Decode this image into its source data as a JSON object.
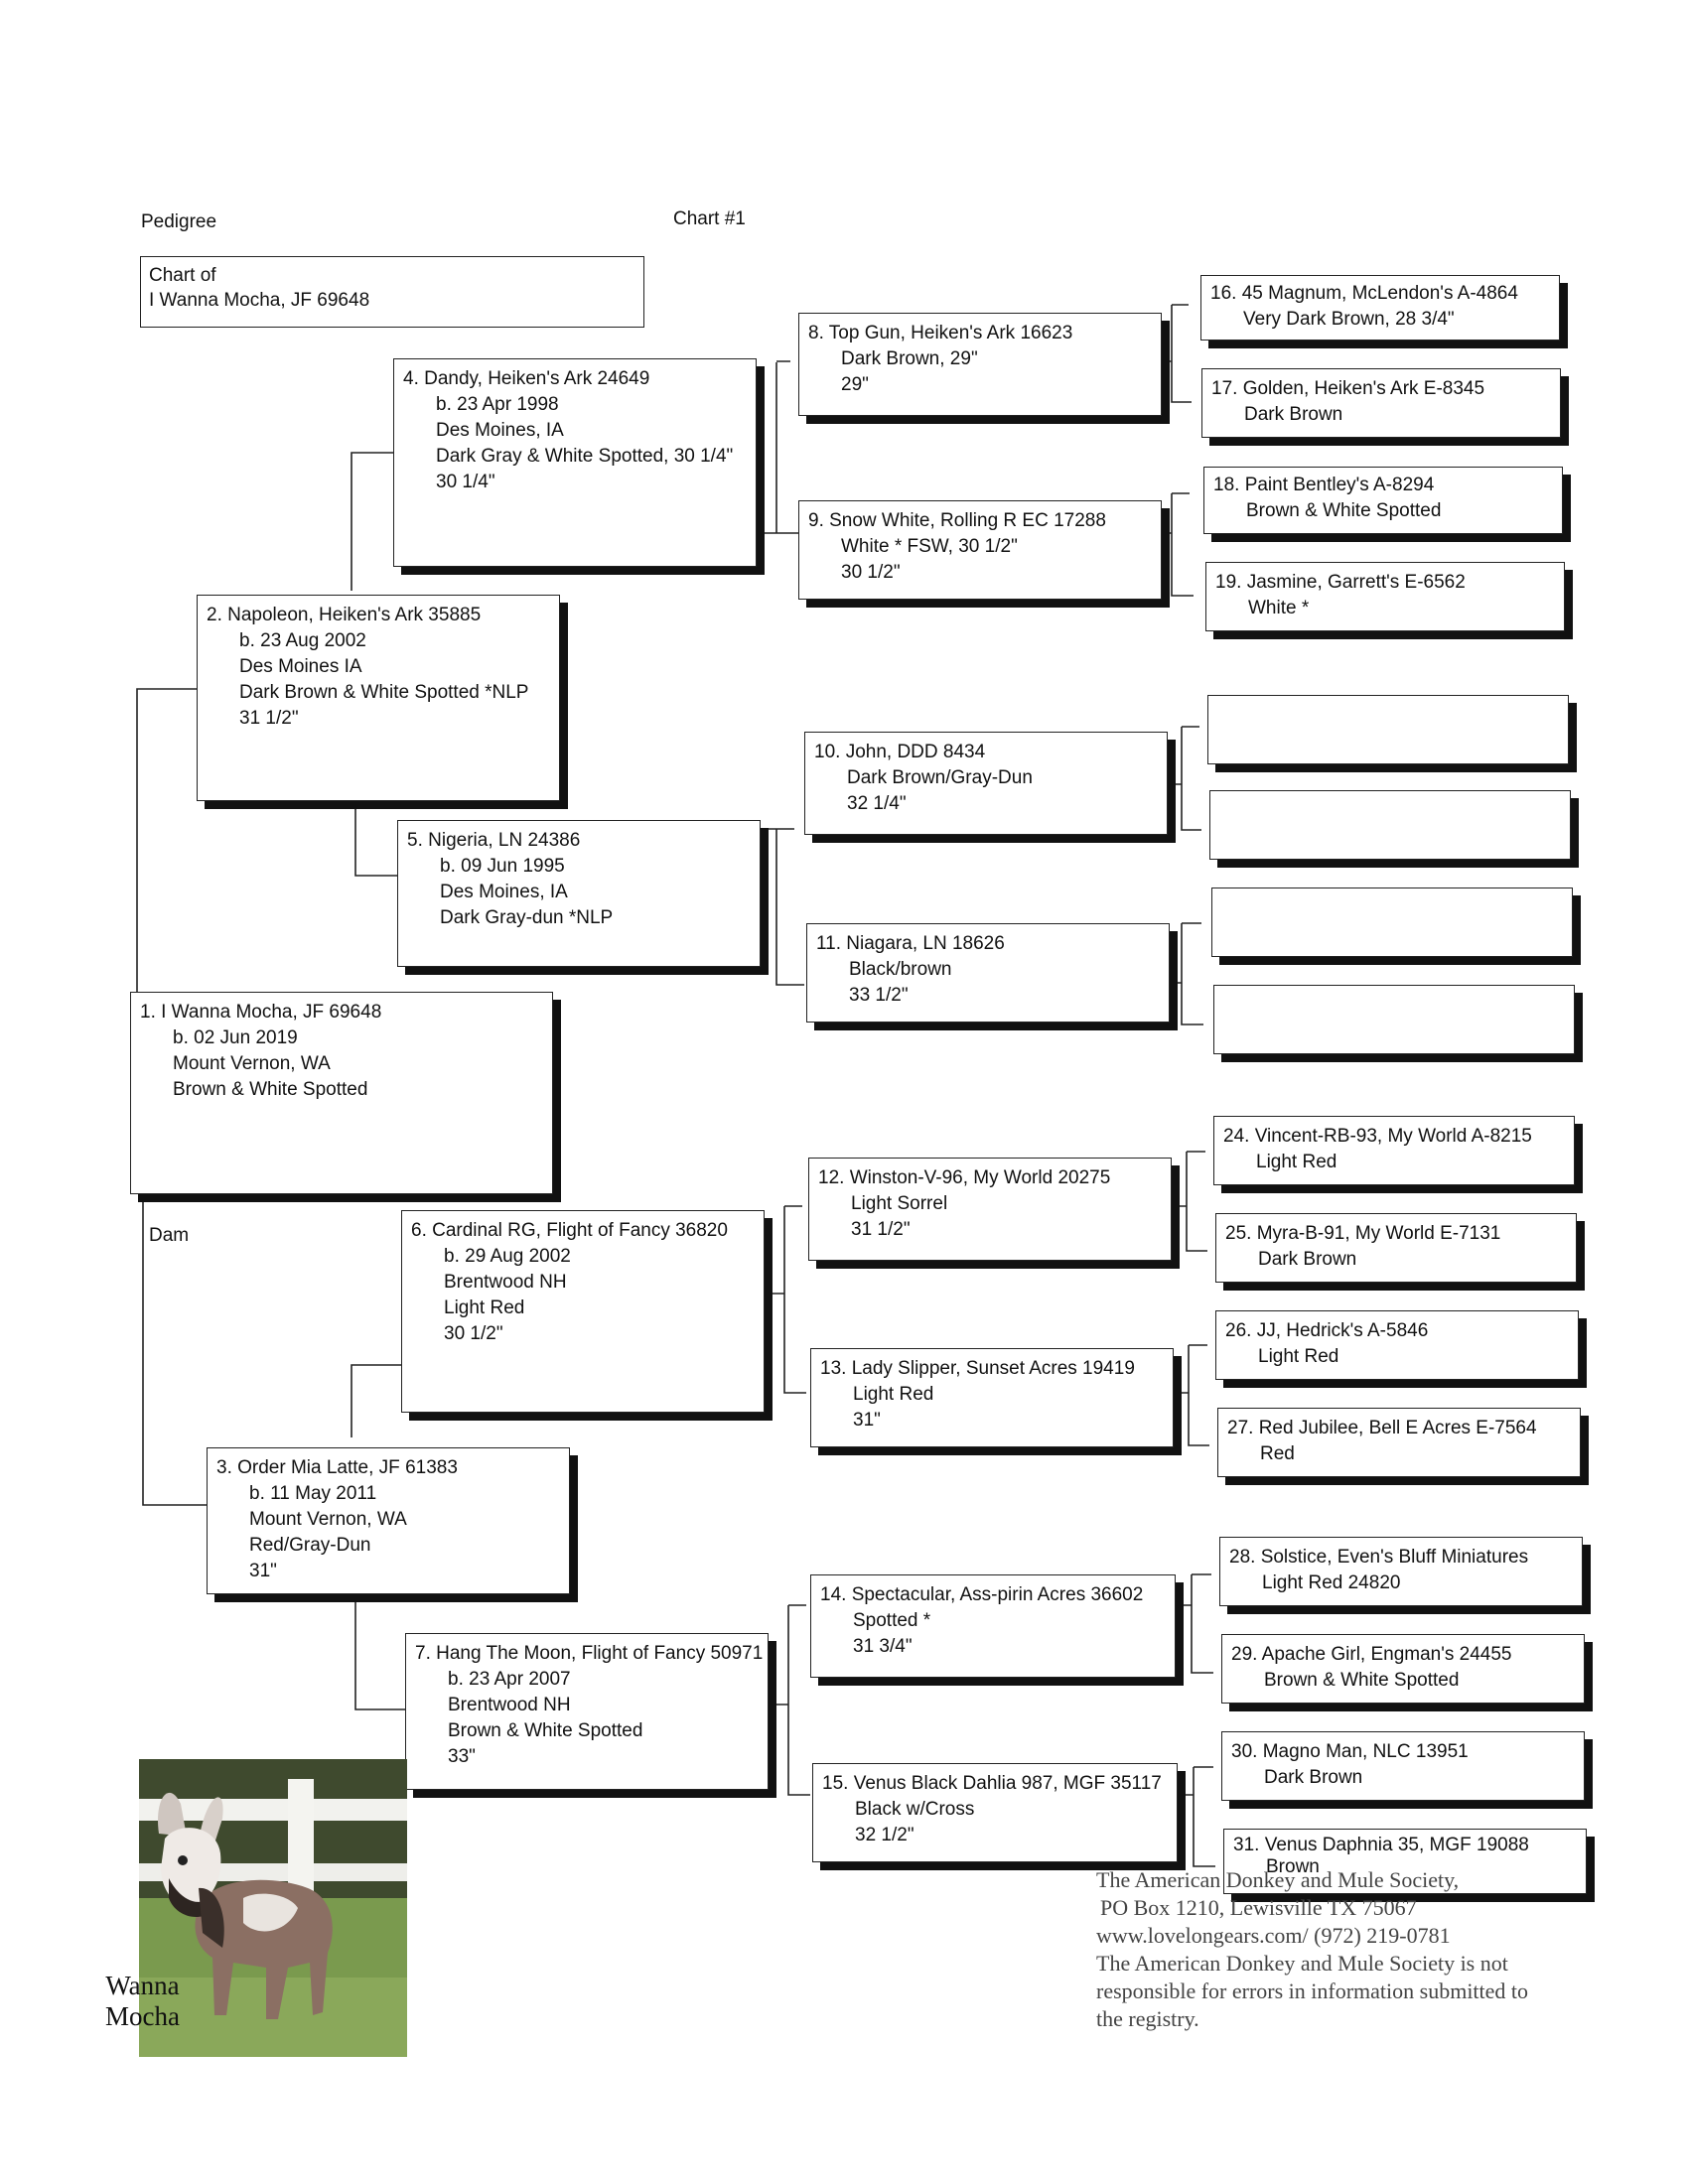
{
  "header": {
    "title": "Pedigree",
    "chart_no": "Chart #1"
  },
  "chart_of": {
    "label": "Chart of",
    "name": "I Wanna Mocha, JF 69648"
  },
  "animals": {
    "a1": {
      "line1": "1. I Wanna Mocha, JF 69648",
      "details": [
        "b. 02 Jun 2019",
        "Mount Vernon, WA",
        "Brown & White Spotted"
      ]
    },
    "a2": {
      "line1": "2. Napoleon, Heiken's Ark 35885",
      "details": [
        "b. 23 Aug 2002",
        "Des Moines IA",
        "Dark Brown & White Spotted *NLP",
        "31 1/2\""
      ]
    },
    "a3": {
      "line1": "3. Order Mia Latte, JF 61383",
      "details": [
        "b. 11 May 2011",
        "Mount Vernon, WA",
        "Red/Gray-Dun",
        "31\""
      ]
    },
    "a4": {
      "line1": "4. Dandy, Heiken's Ark 24649",
      "details": [
        "b. 23 Apr 1998",
        "Des Moines, IA",
        "Dark Gray & White Spotted, 30 1/4\"",
        "30 1/4\""
      ]
    },
    "a5": {
      "line1": "5. Nigeria, LN 24386",
      "details": [
        "b. 09 Jun 1995",
        "Des Moines, IA",
        "Dark Gray-dun *NLP"
      ]
    },
    "a6": {
      "line1": "6. Cardinal RG, Flight of Fancy 36820",
      "details": [
        "b. 29 Aug 2002",
        "Brentwood NH",
        "Light Red",
        "30 1/2\""
      ]
    },
    "a7": {
      "line1": "7. Hang The Moon, Flight of Fancy 50971",
      "details": [
        "b. 23 Apr 2007",
        "Brentwood NH",
        "Brown & White Spotted",
        "33\""
      ]
    },
    "a8": {
      "line1": "8. Top Gun, Heiken's Ark 16623",
      "details": [
        "Dark Brown, 29\"",
        "29\""
      ]
    },
    "a9": {
      "line1": "9. Snow White, Rolling R EC 17288",
      "details": [
        "White * FSW, 30 1/2\"",
        "30 1/2\""
      ]
    },
    "a10": {
      "line1": "10. John, DDD 8434",
      "details": [
        "Dark Brown/Gray-Dun",
        "32 1/4\""
      ]
    },
    "a11": {
      "line1": "11. Niagara, LN 18626",
      "details": [
        "Black/brown",
        "33 1/2\""
      ]
    },
    "a12": {
      "line1": "12. Winston-V-96, My World 20275",
      "details": [
        "Light Sorrel",
        "31 1/2\""
      ]
    },
    "a13": {
      "line1": "13. Lady Slipper, Sunset Acres 19419",
      "details": [
        "Light Red",
        "31\""
      ]
    },
    "a14": {
      "line1": "14. Spectacular, Ass-pirin Acres 36602",
      "details": [
        "Spotted *",
        "31 3/4\""
      ]
    },
    "a15": {
      "line1": "15. Venus Black Dahlia 987, MGF 35117",
      "details": [
        "Black w/Cross",
        "32 1/2\""
      ]
    },
    "a16": {
      "line1": "16. 45 Magnum, McLendon's A-4864",
      "details": [
        "Very Dark Brown, 28 3/4\""
      ]
    },
    "a17": {
      "line1": "17. Golden, Heiken's Ark E-8345",
      "details": [
        "Dark Brown"
      ]
    },
    "a18": {
      "line1": "18. Paint Bentley's A-8294",
      "details": [
        "Brown & White Spotted"
      ]
    },
    "a19": {
      "line1": "19. Jasmine, Garrett's E-6562",
      "details": [
        "White *"
      ]
    },
    "a20": {
      "line1": "",
      "details": []
    },
    "a21": {
      "line1": "",
      "details": []
    },
    "a22": {
      "line1": "",
      "details": []
    },
    "a23": {
      "line1": "",
      "details": []
    },
    "a24": {
      "line1": "24. Vincent-RB-93, My World A-8215",
      "details": [
        "Light Red"
      ]
    },
    "a25": {
      "line1": "25. Myra-B-91, My World E-7131",
      "details": [
        "Dark Brown"
      ]
    },
    "a26": {
      "line1": "26. JJ, Hedrick's A-5846",
      "details": [
        "Light Red"
      ]
    },
    "a27": {
      "line1": "27. Red Jubilee, Bell E Acres E-7564",
      "details": [
        "Red"
      ]
    },
    "a28": {
      "line1": "28. Solstice, Even's Bluff Miniatures",
      "details": [
        "Light Red  24820"
      ]
    },
    "a29": {
      "line1": "29. Apache Girl, Engman's 24455",
      "details": [
        "Brown & White Spotted"
      ]
    },
    "a30": {
      "line1": "30. Magno Man, NLC 13951",
      "details": [
        "Dark Brown"
      ]
    },
    "a31": {
      "line1": "31. Venus Daphnia 35, MGF 19088",
      "details": [
        "Brown"
      ]
    }
  },
  "dam_label": "Dam",
  "photo_caption": [
    "Wanna",
    "Mocha"
  ],
  "footer": [
    "The American Donkey and Mule Society,",
    "PO Box 1210, Lewisville TX 75067",
    "www.lovelongears.com/ (972) 219-0781",
    "The American Donkey and Mule Society is not",
    "responsible for errors in information submitted to",
    "the registry."
  ]
}
